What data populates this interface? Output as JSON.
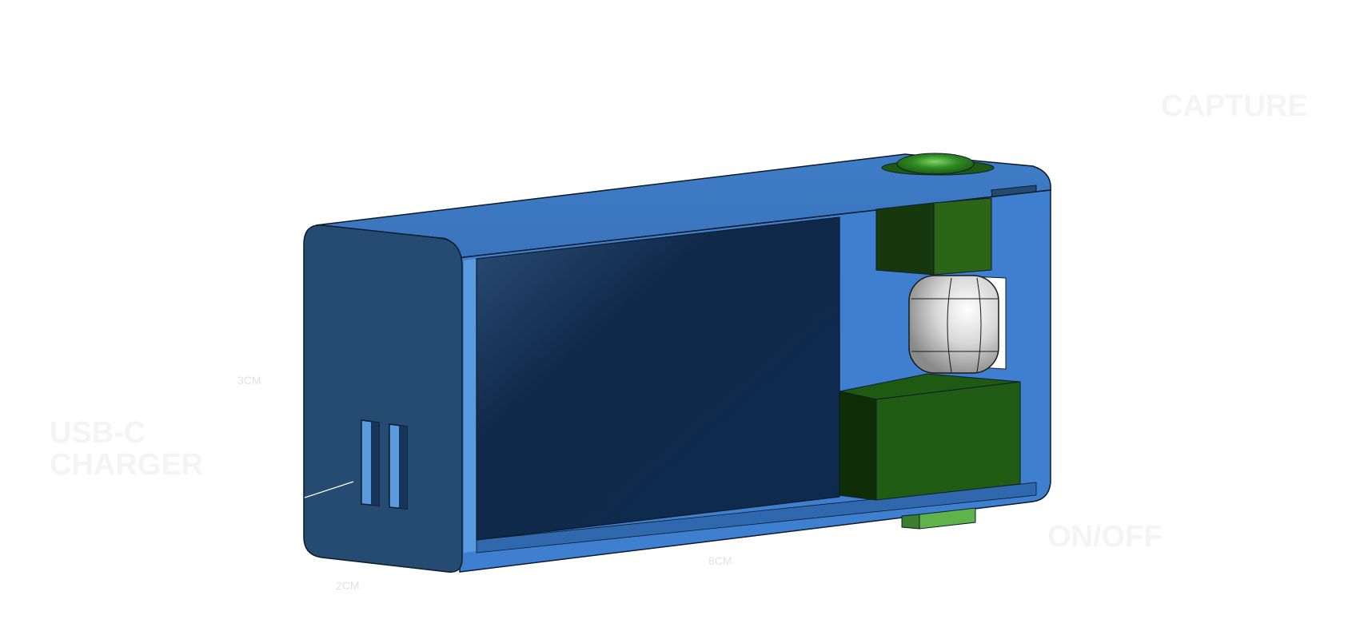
{
  "labels": {
    "capture": "CAPTURE",
    "on_off": "ON/OFF",
    "usb_c_line1": "USB-C",
    "usb_c_line2": "CHARGER",
    "height": "3CM",
    "length": "8CM",
    "depth": "2CM"
  },
  "colors": {
    "enclosure_blue": "#3d7cc9",
    "end_cap": "#264b73",
    "display": "#0f2c4f",
    "green_board": "#1f5a12",
    "button": "#2f8a22",
    "camera_module": "#cfcfcf"
  }
}
